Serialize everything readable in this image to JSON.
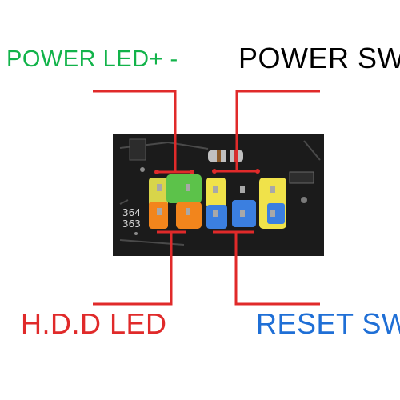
{
  "labels": {
    "power_led": "POWER LED+ -",
    "power_sw": "POWER SW",
    "hdd_led": "H.D.D LED",
    "reset_sw": "RESET SW"
  },
  "board": {
    "silkscreen_top": "364",
    "silkscreen_bottom": "363"
  },
  "colors": {
    "power_led": "#12b34a",
    "power_sw": "#000000",
    "hdd_led": "#e02a2a",
    "reset_sw": "#1f6fd6",
    "pin_block_green": "#5cc24a",
    "pin_block_yellow": "#f0e24a",
    "pin_block_blue": "#3b7fe0",
    "pin_block_orange": "#f2851c",
    "pcb": "#1b1b1b",
    "leader_line": "#e02a2a"
  }
}
